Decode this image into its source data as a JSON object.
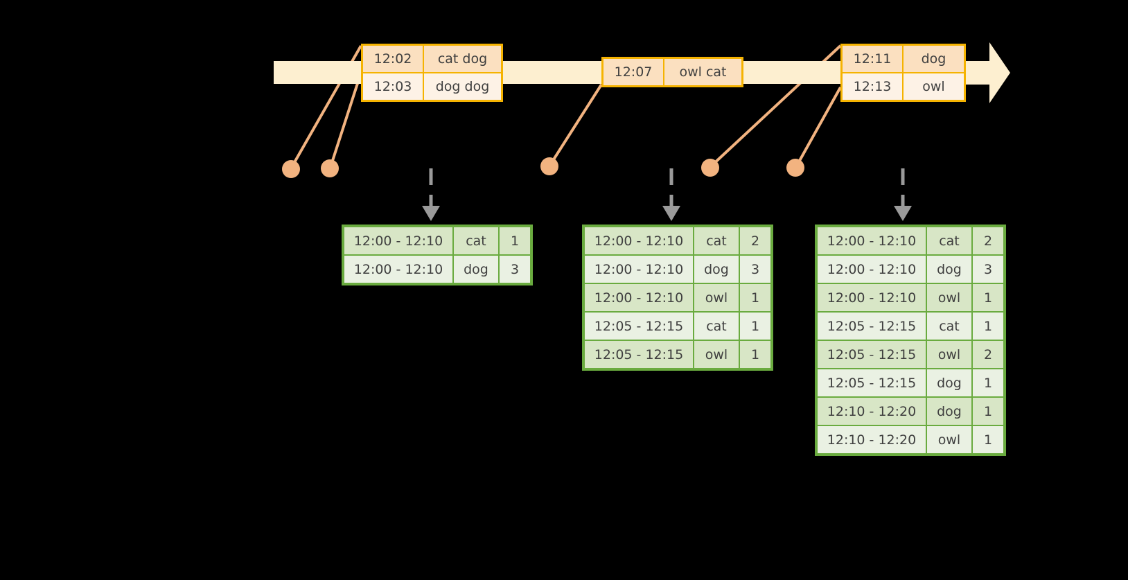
{
  "colors": {
    "background": "#000000",
    "timeline_fill": "#fdefd0",
    "event_border": "#f5b301",
    "event_row_dark": "#fbe0c0",
    "event_row_light": "#fdf2e6",
    "table_border": "#6aab3f",
    "table_row_dark": "#d8e6c6",
    "table_row_light": "#eaf1e3",
    "connector": "#f2b380",
    "dashed_arrow": "#9a9a9a"
  },
  "timeline": {
    "label": "event-time timeline",
    "events": [
      {
        "id": "event-group-1",
        "rows": [
          {
            "time": "12:02",
            "words": "cat dog"
          },
          {
            "time": "12:03",
            "words": "dog dog"
          }
        ]
      },
      {
        "id": "event-group-2",
        "rows": [
          {
            "time": "12:07",
            "words": "owl cat"
          }
        ]
      },
      {
        "id": "event-group-3",
        "rows": [
          {
            "time": "12:11",
            "words": "dog"
          },
          {
            "time": "12:13",
            "words": "owl"
          }
        ]
      }
    ]
  },
  "results": [
    {
      "id": "result-table-1",
      "rows": [
        {
          "window": "12:00 - 12:10",
          "word": "cat",
          "count": "1"
        },
        {
          "window": "12:00 - 12:10",
          "word": "dog",
          "count": "3"
        }
      ]
    },
    {
      "id": "result-table-2",
      "rows": [
        {
          "window": "12:00 - 12:10",
          "word": "cat",
          "count": "2"
        },
        {
          "window": "12:00 - 12:10",
          "word": "dog",
          "count": "3"
        },
        {
          "window": "12:00 - 12:10",
          "word": "owl",
          "count": "1"
        },
        {
          "window": "12:05 - 12:15",
          "word": "cat",
          "count": "1"
        },
        {
          "window": "12:05 - 12:15",
          "word": "owl",
          "count": "1"
        }
      ]
    },
    {
      "id": "result-table-3",
      "rows": [
        {
          "window": "12:00 - 12:10",
          "word": "cat",
          "count": "2"
        },
        {
          "window": "12:00 - 12:10",
          "word": "dog",
          "count": "3"
        },
        {
          "window": "12:00 - 12:10",
          "word": "owl",
          "count": "1"
        },
        {
          "window": "12:05 - 12:15",
          "word": "cat",
          "count": "1"
        },
        {
          "window": "12:05 - 12:15",
          "word": "owl",
          "count": "2"
        },
        {
          "window": "12:05 - 12:15",
          "word": "dog",
          "count": "1"
        },
        {
          "window": "12:10 - 12:20",
          "word": "dog",
          "count": "1"
        },
        {
          "window": "12:10 - 12:20",
          "word": "owl",
          "count": "1"
        }
      ]
    }
  ]
}
